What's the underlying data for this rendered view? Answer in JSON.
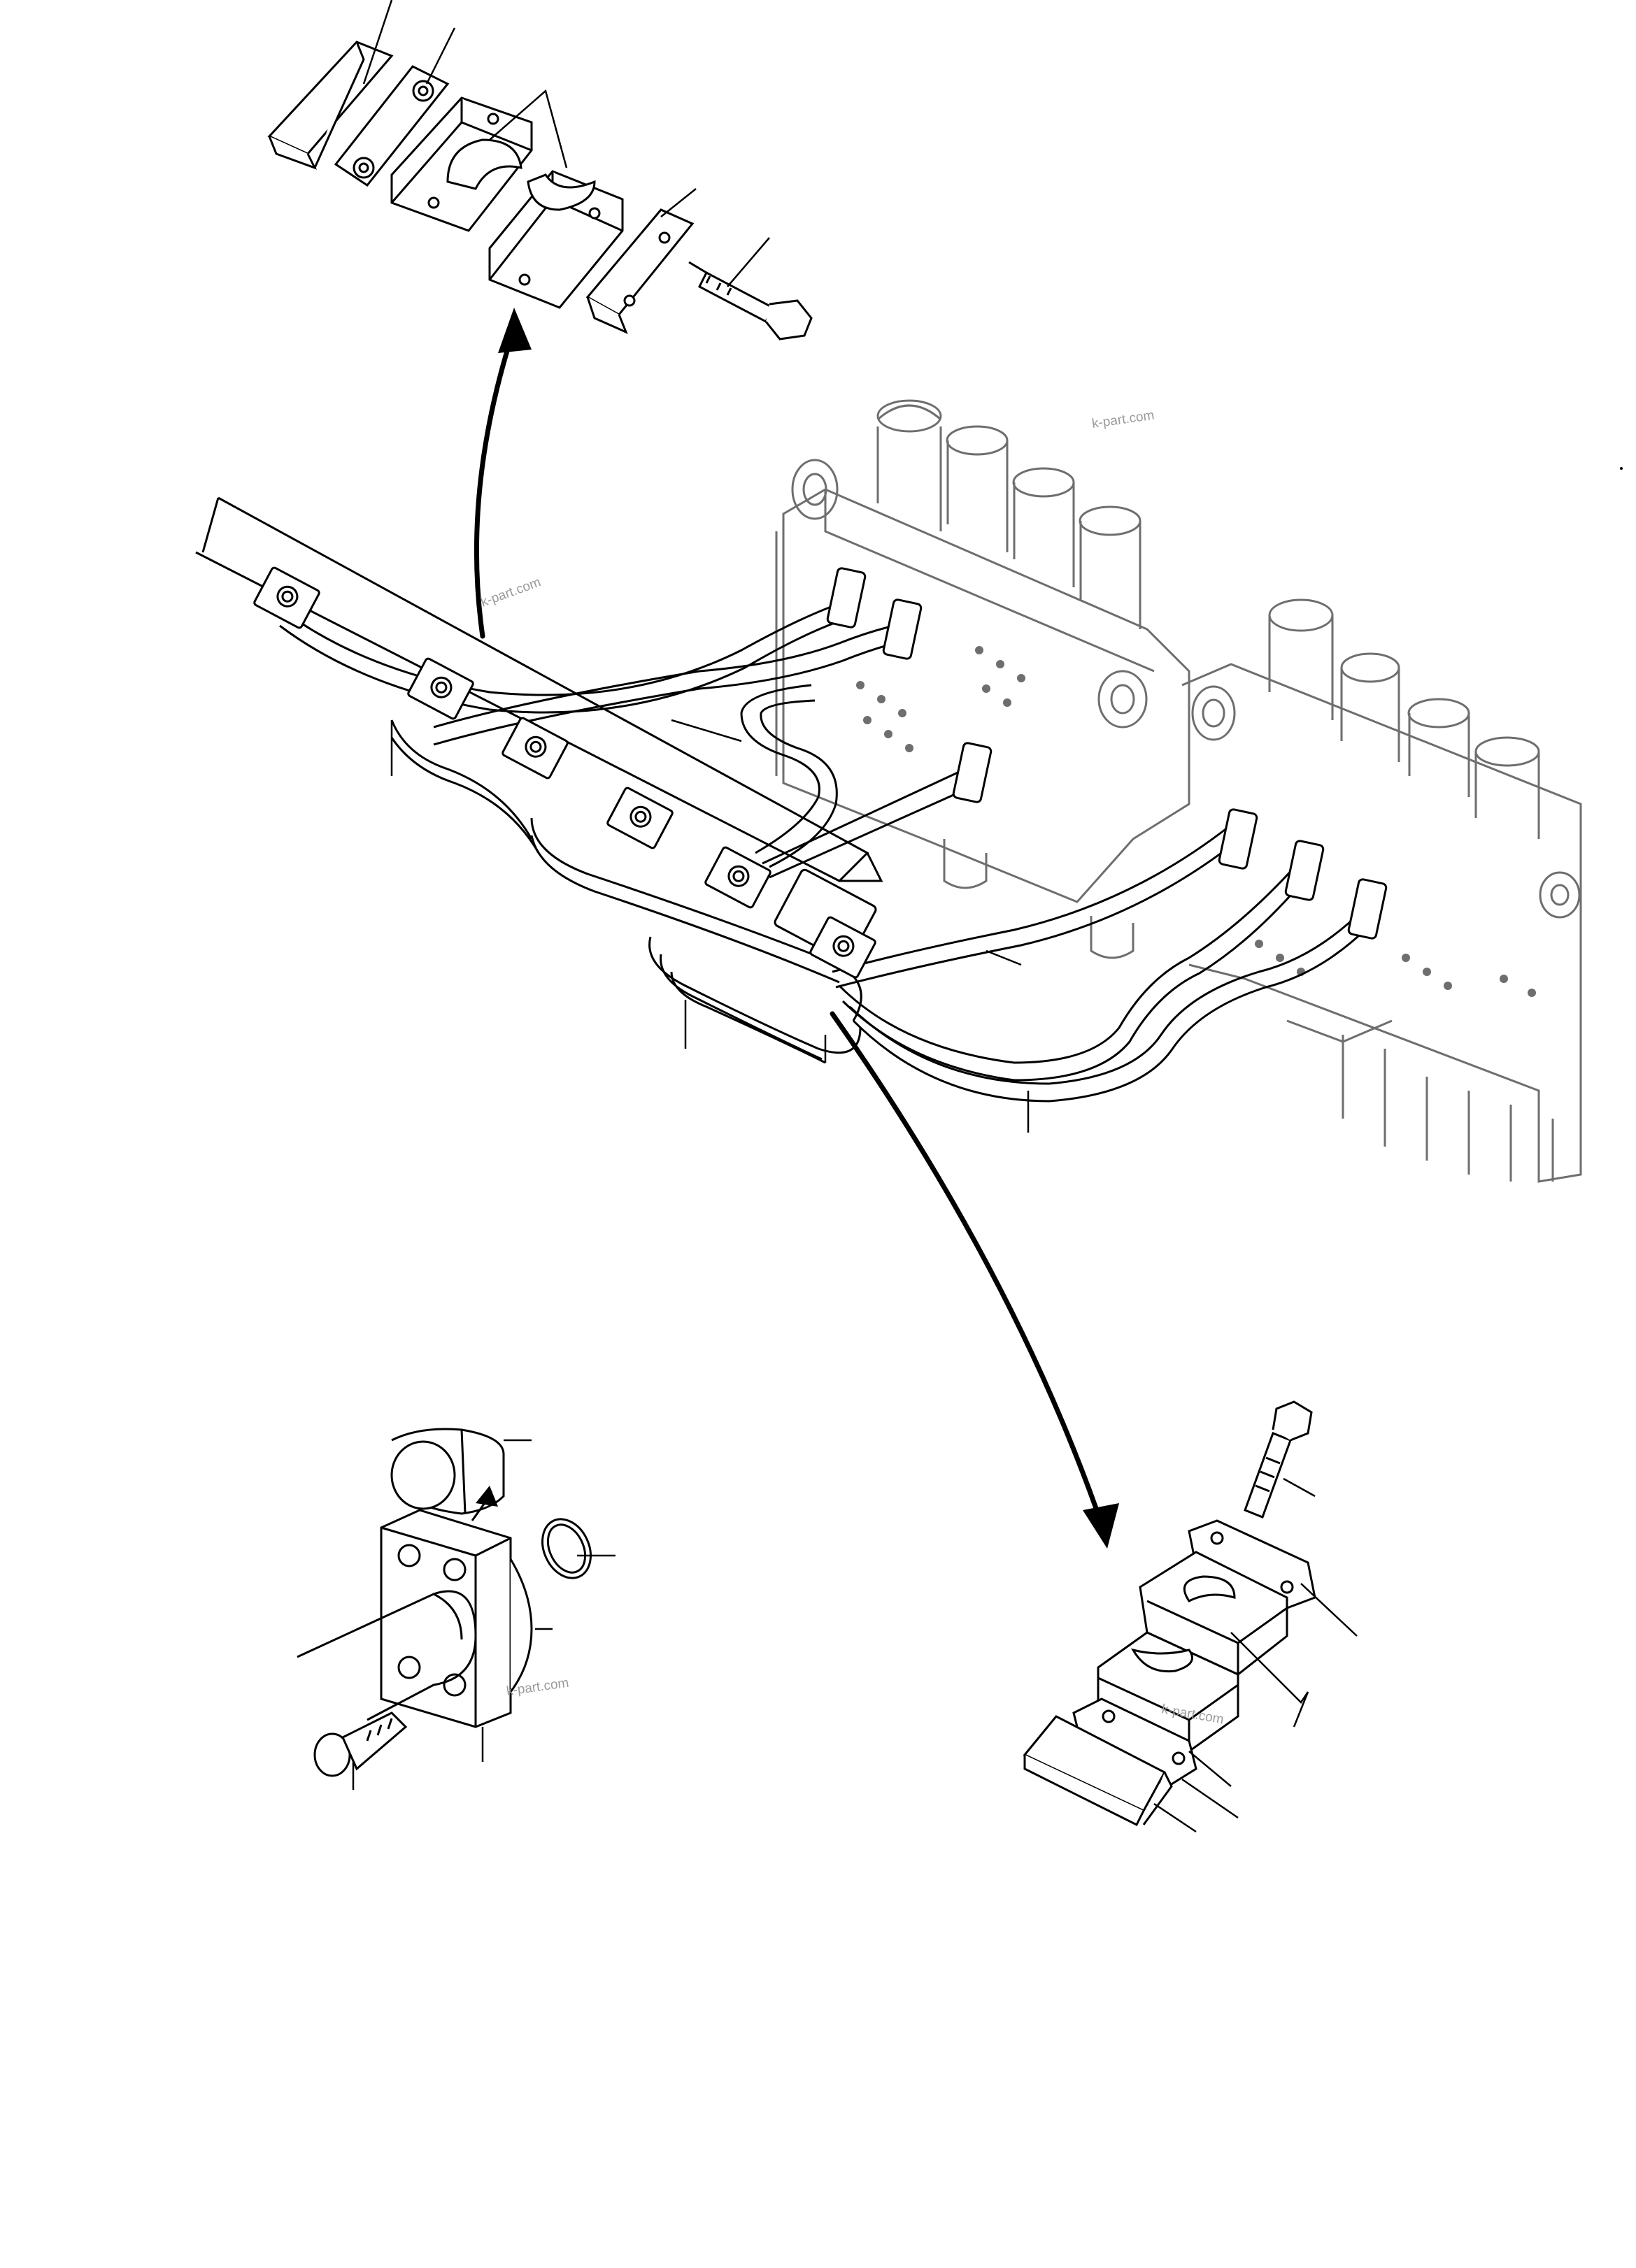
{
  "diagram": {
    "colors": {
      "background": "#ffffff",
      "line": "#000000",
      "faint_line": "#6e6e6e",
      "watermark": "#9a9a9a"
    },
    "watermarks": [
      "k-part.com",
      "k-part.com",
      "k-part.com",
      "k-part.com"
    ],
    "sections": [
      "clamp-assembly-detail-top",
      "pipe-harness-main-view",
      "control-valve-outline",
      "flange-connection-detail",
      "clamp-assembly-detail-bottom"
    ]
  }
}
